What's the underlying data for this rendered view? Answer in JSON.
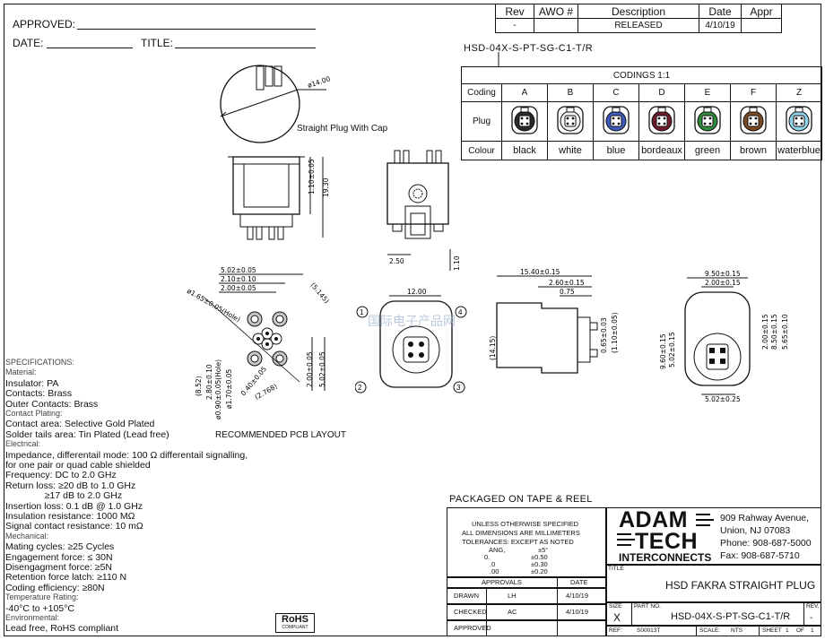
{
  "header": {
    "approved_label": "APPROVED:",
    "date_label": "DATE:",
    "title_label": "TITLE:"
  },
  "revision": {
    "headers": [
      "Rev",
      "AWO #",
      "Description",
      "Date",
      "Appr"
    ],
    "row": [
      "-",
      "",
      "RELEASED",
      "4/10/19",
      ""
    ]
  },
  "part_string": "HSD-04X-S-PT-SG-C1-T/R",
  "codings": {
    "title": "CODINGS 1:1",
    "row_labels": [
      "Coding",
      "Plug",
      "Colour"
    ],
    "codes": [
      "A",
      "B",
      "C",
      "D",
      "E",
      "F",
      "Z"
    ],
    "colours": [
      "black",
      "white",
      "blue",
      "bordeaux",
      "green",
      "brown",
      "waterblue"
    ],
    "plug_fill": [
      "#2a2a2a",
      "#f2f2f2",
      "#3b5bbf",
      "#6e1a2a",
      "#2f8a3a",
      "#7a4a22",
      "#8fd3e6"
    ]
  },
  "views": {
    "plug_caption": "Straight Plug With Cap",
    "pcb_caption": "RECOMMENDED PCB LAYOUT",
    "callouts": [
      "1",
      "2",
      "3",
      "4"
    ],
    "watermark": "国际电子产品网",
    "dims": {
      "d1400": "ø14.00",
      "d1930": "19.30",
      "d1010": "1.10±0.05",
      "d250": "2.50",
      "d110": "1.10",
      "d1200": "12.00",
      "d502a": "5.02±0.05",
      "d210": "2.10±0.10",
      "d200a": "2.00±0.05",
      "d165": "ø1.65±0.05(Hole)",
      "d5145": "(5.145)",
      "d852": "(8.52)",
      "d280": "2.80±0.10",
      "d090": "ø0.90±0.05(Hole)",
      "d170": "ø1.70±0.05",
      "d040": "0.40±0.05",
      "d2768": "(2.768)",
      "d200b": "2.00±0.05",
      "d502b": "5.02±0.05",
      "d1540": "15.40±0.15",
      "d260": "2.60±0.15",
      "d075": "0.75",
      "d065": "0.65±0.03",
      "d110b": "(1.10±0.05)",
      "d1415": "(14.15)",
      "d950": "9.50±0.15",
      "d200c": "2.00±0.15",
      "d200d": "2.00±0.15",
      "d850": "8.50±0.15",
      "d565": "5.65±0.10",
      "d960": "9.60±0.15",
      "d502c": "5.02±0.15",
      "d502d": "5.02±0.25"
    }
  },
  "specs": [
    {
      "t": "SPECIFICATIONS:",
      "sub": true
    },
    {
      "t": "Material:",
      "sub": true
    },
    {
      "t": "Insulator: PA",
      "sub": false
    },
    {
      "t": "Contacts: Brass",
      "sub": false
    },
    {
      "t": "Outer Contacts: Brass",
      "sub": false
    },
    {
      "t": "Contact Plating:",
      "sub": true
    },
    {
      "t": "Contact area: Selective Gold Plated",
      "sub": false
    },
    {
      "t": "Solder tails area: Tin Plated (Lead free)",
      "sub": false
    },
    {
      "t": "Electrical:",
      "sub": true
    },
    {
      "t": "Impedance, differentail mode: 100 Ω differentail signalling,",
      "sub": false
    },
    {
      "t": "for one pair or quad cable shielded",
      "sub": false
    },
    {
      "t": "Frequency: DC to 2.0 GHz",
      "sub": false
    },
    {
      "t": "Return loss: ≥20 dB to 1.0 GHz",
      "sub": false
    },
    {
      "t": "               ≥17 dB to 2.0 GHz",
      "sub": false
    },
    {
      "t": "Insertion loss: 0.1 dB @ 1.0 GHz",
      "sub": false
    },
    {
      "t": "Insulation resistance: 1000 MΩ",
      "sub": false
    },
    {
      "t": "Signal contact resistance: 10 mΩ",
      "sub": false
    },
    {
      "t": "Mechanical:",
      "sub": true
    },
    {
      "t": "Mating cycles: ≥25 Cycles",
      "sub": false
    },
    {
      "t": "Engagement force: ≤ 30N",
      "sub": false
    },
    {
      "t": "Disengagment force: ≥5N",
      "sub": false
    },
    {
      "t": "Retention force latch: ≥110 N",
      "sub": false
    },
    {
      "t": "Coding efficiency: ≥80N",
      "sub": false
    },
    {
      "t": "Temperature Rating:",
      "sub": true
    },
    {
      "t": "-40°C to +105°C",
      "sub": false
    },
    {
      "t": "Environmental:",
      "sub": true
    },
    {
      "t": "Lead free, RoHS compliant",
      "sub": false
    }
  ],
  "rohs": {
    "big": "RoHS",
    "small": "COMPLIANT"
  },
  "packaged": "PACKAGED ON TAPE & REEL",
  "tolerances": {
    "lines": [
      "UNLESS OTHERWISE SPECIFIED",
      "ALL DIMENSIONS ARE MILLIMETERS",
      "TOLERANCES: EXCEPT AS NOTED"
    ],
    "rows": [
      [
        "ANG,",
        "±5°"
      ],
      [
        "0.",
        "±0.50"
      ],
      [
        ".0",
        "±0.30"
      ],
      [
        ".00",
        "±0.20"
      ]
    ]
  },
  "approvals": {
    "head": [
      "APPROVALS",
      "DATE"
    ],
    "rows": [
      [
        "DRAWN",
        "LH",
        "4/10/19"
      ],
      [
        "CHECKED",
        "AC",
        "4/10/19"
      ],
      [
        "APPROVED",
        "",
        ""
      ]
    ]
  },
  "company": {
    "name1": "ADAM",
    "name2": "TECH",
    "name3": "INTERCONNECTS",
    "addr": [
      "909 Rahway Avenue,",
      "Union, NJ 07083",
      "Phone: 908-687-5000",
      "Fax: 908-687-5710"
    ]
  },
  "titleblock": {
    "title_label": "TITLE",
    "title": "HSD FAKRA STRAIGHT PLUG",
    "size_label": "SIZE",
    "size": "X",
    "partno_label": "PART NO.",
    "partno": "HSD-04X-S-PT-SG-C1-T/R",
    "rev_label": "REV.",
    "rev": "-",
    "ref_label": "REF:",
    "ref": "S00013T",
    "scale_label": "SCALE:",
    "scale": "NTS",
    "sheet_label": "SHEET",
    "sheet": "1",
    "of_label": "OF",
    "of": "1"
  }
}
